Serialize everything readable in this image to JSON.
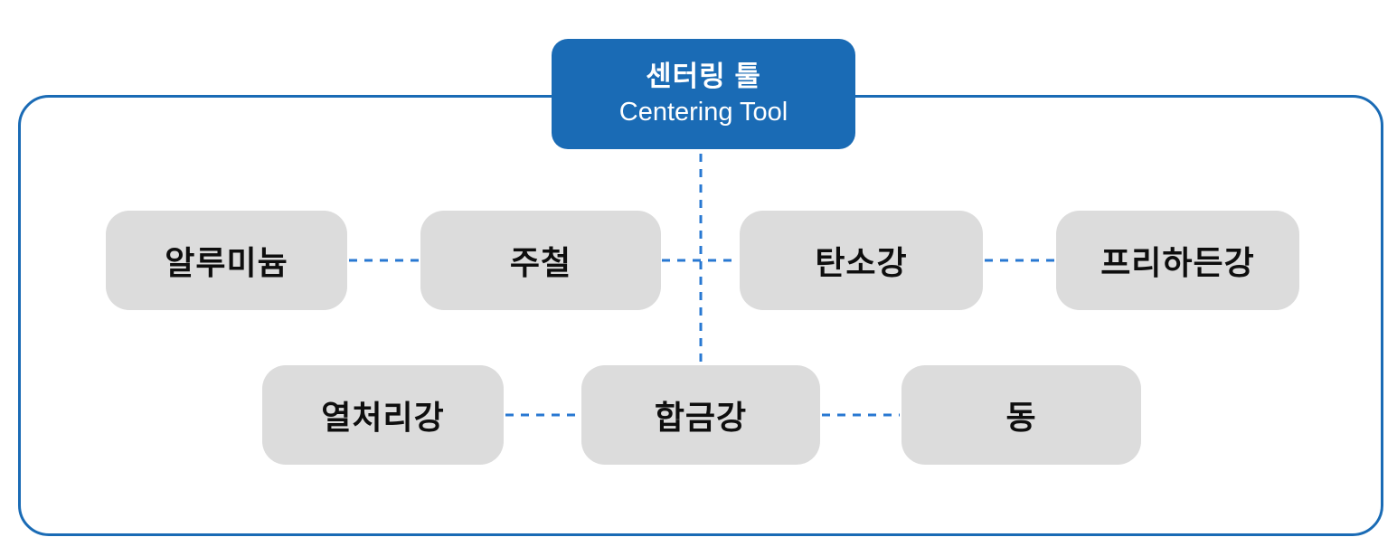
{
  "colors": {
    "primary_blue": "#1A6BB5",
    "connector_blue": "#2878D2",
    "node_gray": "#DCDCDC",
    "text_dark": "#0E0E0E",
    "title_text": "#FFFFFF"
  },
  "title": {
    "ko": "센터링 툴",
    "en": "Centering Tool"
  },
  "materials": {
    "row1": [
      "알루미늄",
      "주철",
      "탄소강",
      "프리하든강"
    ],
    "row2": [
      "열처리강",
      "합금강",
      "동"
    ]
  }
}
